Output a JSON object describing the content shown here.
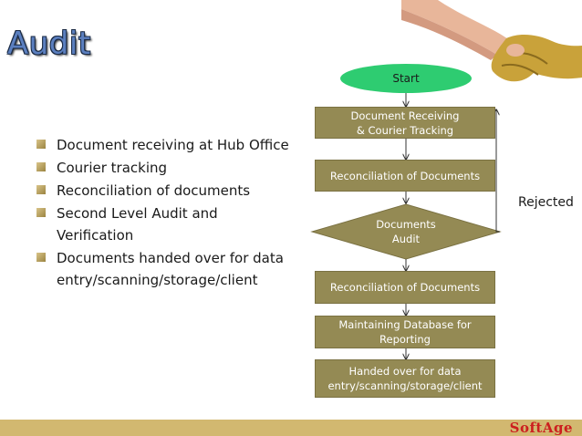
{
  "title": "Audit",
  "bullets": [
    "Document receiving at Hub Office",
    "Courier tracking",
    "Reconciliation of documents",
    "Second Level Audit and Verification",
    "Documents handed over for data entry/scanning/storage/client"
  ],
  "flow": {
    "start": "Start",
    "step1_line1": "Document Receiving",
    "step1_line2": "& Courier Tracking",
    "step2": "Reconciliation of Documents",
    "decision_line1": "Documents",
    "decision_line2": "Audit",
    "step3": "Reconciliation of Documents",
    "step4_line1": "Maintaining Database for",
    "step4_line2": "Reporting",
    "step5_line1": "Handed over for data",
    "step5_line2": "entry/scanning/storage/client",
    "rejected": "Rejected"
  },
  "brand": "SoftAge",
  "colors": {
    "node": "#948a54",
    "start": "#2ecc71",
    "footer": "#d2b870",
    "title": "#5b7fbf",
    "brand": "#cc1f1f"
  }
}
